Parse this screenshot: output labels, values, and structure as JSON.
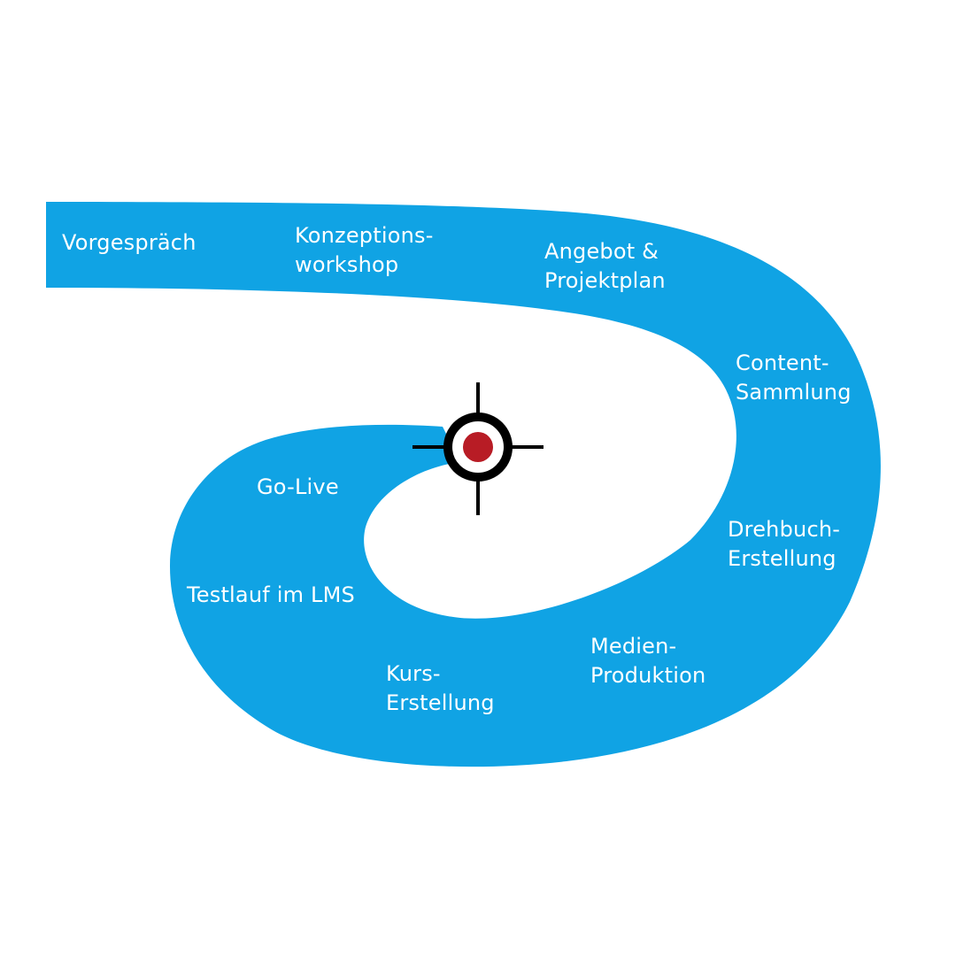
{
  "diagram": {
    "colors": {
      "spiral": "#10a3e4",
      "target_ring": "#000000",
      "target_center": "#b81c25",
      "label_text": "#ffffff",
      "background": "#ffffff"
    },
    "target_icon": "crosshair-target-icon",
    "steps": [
      {
        "line1": "Vorgespräch",
        "line2": ""
      },
      {
        "line1": "Konzeptions-",
        "line2": "workshop"
      },
      {
        "line1": "Angebot &",
        "line2": "Projektplan"
      },
      {
        "line1": "Content-",
        "line2": "Sammlung"
      },
      {
        "line1": "Drehbuch-",
        "line2": "Erstellung"
      },
      {
        "line1": "Medien-",
        "line2": "Produktion"
      },
      {
        "line1": "Kurs-",
        "line2": "Erstellung"
      },
      {
        "line1": "Testlauf im LMS",
        "line2": ""
      },
      {
        "line1": "Go-Live",
        "line2": ""
      }
    ]
  }
}
